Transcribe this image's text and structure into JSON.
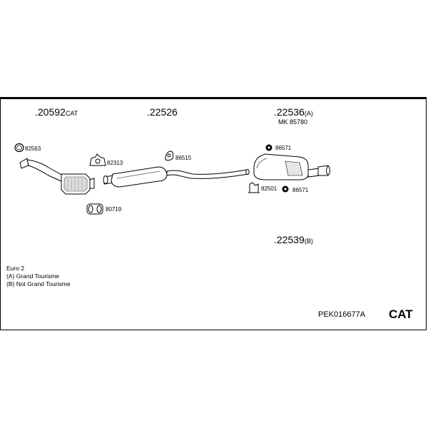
{
  "notes": {
    "line1": "Euro 2",
    "line2": "(A) Grand Tourisme",
    "line3": "(B) Not Grand Tourisme"
  },
  "kit_code": "PEK016677A",
  "kit_type": "CAT",
  "groups": {
    "front": {
      "number": ".20592",
      "suffix": "CAT"
    },
    "middle": {
      "number": ".22526",
      "suffix": ""
    },
    "rear_a": {
      "number": ".22536",
      "suffix": "(A)",
      "sub": "MK 85780"
    },
    "rear_b": {
      "number": ".22539",
      "suffix": "(B)"
    }
  },
  "parts": {
    "p82563": "82563",
    "p82313": "82313",
    "p80719": "80719",
    "p86515": "86515",
    "p86571a": "86571",
    "p82501": "82501",
    "p86571b": "86571"
  }
}
